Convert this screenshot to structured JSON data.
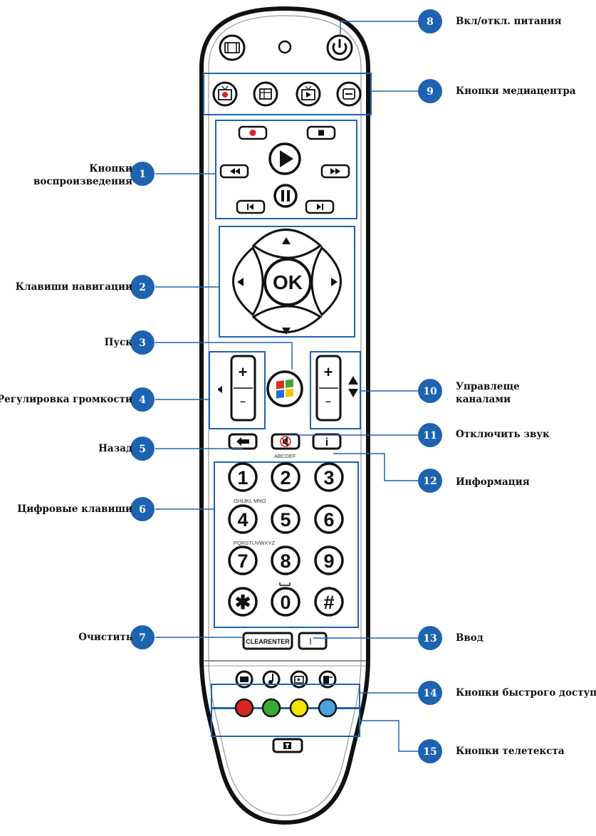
{
  "colors": {
    "badge": "#1e63b0",
    "line": "#1e63b0",
    "record": "#e02020",
    "red": "#d7261e",
    "green": "#3aaa35",
    "yellow": "#f2e500",
    "blue": "#4aa3e0"
  },
  "callouts": [
    {
      "num": "1",
      "label_line1": "Кнопки",
      "label_line2": "воспроизведения"
    },
    {
      "num": "2",
      "label_line1": "Клавиши навигации"
    },
    {
      "num": "3",
      "label_line1": "Пуск"
    },
    {
      "num": "4",
      "label_line1": "Регулировка громкости"
    },
    {
      "num": "5",
      "label_line1": "Назад"
    },
    {
      "num": "6",
      "label_line1": "Цифровые клавиши"
    },
    {
      "num": "7",
      "label_line1": "Очистить"
    },
    {
      "num": "8",
      "label_line1": "Вкл/откл. питания"
    },
    {
      "num": "9",
      "label_line1": "Кнопки медиацентра"
    },
    {
      "num": "10",
      "label_line1": "Управлеще",
      "label_line2": "каналами"
    },
    {
      "num": "11",
      "label_line1": "Отключить звук"
    },
    {
      "num": "12",
      "label_line1": "Информация"
    },
    {
      "num": "13",
      "label_line1": "Ввод"
    },
    {
      "num": "14",
      "label_line1": "Кнопки быстрого доступа"
    },
    {
      "num": "15",
      "label_line1": "Кнопки телетекста"
    }
  ],
  "remote": {
    "ok": "OK",
    "vol_plus": "+",
    "vol_minus": "–",
    "ch_plus": "+",
    "ch_minus": "–",
    "letters_2": "ABCDEF",
    "letters_4": "GHIJKL MNO",
    "letters_7": "PQRSTUVWXYZ",
    "digits": [
      "1",
      "2",
      "3",
      "4",
      "5",
      "6",
      "7",
      "8",
      "9",
      "✱",
      "0",
      "#"
    ],
    "clear_enter": "CLEARENTER",
    "info": "i"
  },
  "icons": [
    "tv-mode-icon",
    "power-icon",
    "live-tv-icon",
    "guide-icon",
    "recorded-tv-icon",
    "dvd-menu-icon",
    "record-icon",
    "stop-icon",
    "play-icon",
    "rewind-icon",
    "fast-forward-icon",
    "pause-icon",
    "skip-back-icon",
    "skip-forward-icon",
    "up-arrow-icon",
    "down-arrow-icon",
    "left-arrow-icon",
    "right-arrow-icon",
    "windows-start-icon",
    "volume-icon",
    "channel-arrows-icon",
    "back-arrow-icon",
    "mute-icon",
    "info-icon",
    "pictures-icon",
    "music-icon",
    "videos-icon",
    "radio-icon",
    "teletext-icon"
  ]
}
